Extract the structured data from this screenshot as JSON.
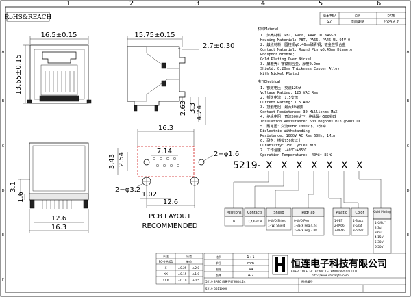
{
  "border": {
    "col_labels": [
      "1",
      "2",
      "3",
      "4",
      "5",
      "6"
    ],
    "row_labels": [
      "A",
      "B",
      "C",
      "D",
      "E",
      "F"
    ],
    "rohs": "RoHS&REACH"
  },
  "revision": {
    "headers": [
      "版本/REV",
      "说明",
      "DATE"
    ],
    "row": [
      "A-0",
      "页面更新",
      "2023.6.7"
    ]
  },
  "dims": {
    "top_width": "16.5±0.15",
    "top_height": "13.65±0.15",
    "side_width": "15.75±0.15",
    "side_offset": "2.7±0.30",
    "side_h1": "2.63",
    "side_h2": "3.3",
    "side_h3": "4.24",
    "pcb_width": "16.3",
    "pcb_pitch": "7.14",
    "pcb_hole_small": "2−φ1.6",
    "pcb_hole_large": "2−φ3.2",
    "pcb_v1": "3.43",
    "pcb_v2": "2.54",
    "pcb_pin": "1.02",
    "pcb_bottom": "12.6",
    "front_v1": "3.1",
    "front_v2": "1.6",
    "front_inner": "12.6",
    "front_width": "16.3"
  },
  "pcb_caption": [
    "PCB LAYOUT",
    "RECOMMENDED"
  ],
  "spec": {
    "materials_title": "材料Material：",
    "lines": [
      "1. 外壳材料：PBT, PA66, PA46 UL 94V-0",
      "   Housing Material: PBT, PA66, PA46 UL 94V-0",
      "2. 触点材料：圆柱铜φ0.46mm磷青铜；镀金在铜合金",
      "   Contact Material: Round Pin φ0.46mm Diameter",
      "                     Phosphor Bronze;",
      "                     Gold Plating Over Nickel",
      "3. 屏蔽壳：镀镍铜合金，厚度0.2mm",
      "   Shield: 0.20mm Thickness Copper Alloy",
      "                  With Nickel Plated"
    ],
    "electrical_title": "电气Electrical",
    "elines": [
      "1. 额定电压：交流125伏",
      "   Voltage Rating: 125 VAC Rms",
      "2. 额定电流：1.5安培",
      "   Current Rating: 1.5 AMP",
      "3. 接触电阻：最大30毫欧",
      "   Contact Resistance: 30 Milliohms MaX",
      "4. 绝缘电阻：直流500伏下，绝缘最小500兆欧",
      "   Insulation Resistance: 500 megohms min @500V DC",
      "5. 耐电压：交流60Hz 1000V下，1分钟",
      "   Dielectric Withstanding",
      "                  Resistance: 1000V AC Rms 60Hz, 1Min",
      "6. 耐久：插拔750次以上",
      "   Durability: 750 Cycles Min",
      "7. 工作温度：-40℃~+85℃",
      "   Operation Temperature: -40℃~+85℃"
    ]
  },
  "partcode": {
    "prefix": "5219-",
    "letters": [
      "X",
      "X",
      "X",
      "X",
      "X",
      "X",
      "X"
    ]
  },
  "options": [
    {
      "header": "Positions",
      "items": [
        "8"
      ]
    },
    {
      "header": "Contacts",
      "items": [
        "2,4,6 or 8"
      ]
    },
    {
      "header": "Shield",
      "items": [
        "0-W/O Shield",
        "1- W/ Shield"
      ]
    },
    {
      "header": "Peg/Tab",
      "items": [
        "0-W/O   Peg",
        "1-Back Peg 4.24",
        "2-Back Peg 3.88"
      ]
    },
    {
      "header": "Plastic",
      "items": [
        "1-PBT",
        "2-PA66",
        "3-PA46"
      ]
    },
    {
      "header": "Color",
      "items": [
        "1-Black",
        "2-Grat",
        "3-other"
      ]
    },
    {
      "header": "Gold Plating",
      "items": [
        "1-G/Fu\"",
        "2-3u\"",
        "3-6u\"",
        "4-15u\"",
        "5-30u\"",
        "6-50u\""
      ]
    }
  ],
  "tolerance": {
    "headers": [
      "未注",
      "公差"
    ],
    "sub": [
      "FC-0-A-01",
      "单位"
    ],
    "rows": [
      [
        "X",
        "±0.25",
        "±2.0"
      ],
      [
        "XX",
        "±0.15",
        "±1.0"
      ],
      [
        "XXX",
        "±0.10",
        "±0.5"
      ]
    ]
  },
  "titleblock": {
    "scale_label": "比例",
    "scale": "1 : 1",
    "unit_label": "单位",
    "unit": "mm",
    "size_label": "图幅",
    "size": "A4",
    "rev_label": "版本",
    "rev": "A-2",
    "company_cn": "恒连电子科技有限公司",
    "company_en": "EVERCON ELECTRONIC TECHNOLOGY CO.,LTD",
    "website": "http://www.chinarj45.com",
    "desc": "5219 8P8C 屏蔽无灯侧插4.24",
    "part_no": "5219-8811XXX",
    "drawing_label": "图纸编号"
  }
}
